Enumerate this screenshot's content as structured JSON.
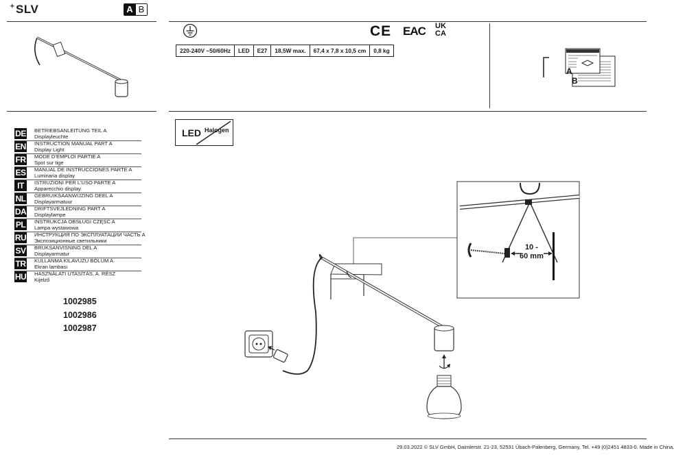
{
  "header": {
    "brand": "SLV",
    "badge_a": "A",
    "badge_b": "B"
  },
  "certifications": {
    "ce": "CE",
    "eac": "EAC",
    "ukca_top": "UK",
    "ukca_bottom": "CA"
  },
  "specs": [
    "220-240V ~50/60Hz",
    "LED",
    "E27",
    "18,5W max.",
    "67,4 x 7,8 x 10,5 cm",
    "0,8 kg"
  ],
  "doc_thumbnail": {
    "label_a": "A",
    "label_b": "B"
  },
  "languages": [
    {
      "code": "DE",
      "title": "BETRIEBSANLEITUNG TEIL A",
      "subtitle": "Displayleuchte"
    },
    {
      "code": "EN",
      "title": "INSTRUCTION MANUAL PART A",
      "subtitle": "Display Light"
    },
    {
      "code": "FR",
      "title": "MODE D’EMPLOI PARTIE A",
      "subtitle": "Spot sur tige"
    },
    {
      "code": "ES",
      "title": "MANUAL DE INSTRUCCIONES PARTE A",
      "subtitle": "Luminaria display"
    },
    {
      "code": "IT",
      "title": "ISTRUZIONI PER L’USO PARTE A",
      "subtitle": "Apparecchio display"
    },
    {
      "code": "NL",
      "title": "GEBRUIKSAANWIJZING DEEL A",
      "subtitle": "Displayarmatuur"
    },
    {
      "code": "DA",
      "title": "DRIFTSVEJLEDNING PART A",
      "subtitle": "Displaylampe"
    },
    {
      "code": "PL",
      "title": "INSTRUKCJA OBSŁUGI CZĘŚĆ A",
      "subtitle": "Lampa wystawowa"
    },
    {
      "code": "RU",
      "title": "ИНСТРУКЦИЯ ПО ЭКСПЛУАТАЦИИ ЧАСТЬ А",
      "subtitle": "Экспозиционные светильники"
    },
    {
      "code": "SV",
      "title": "BRUKSANVISNING DEL A",
      "subtitle": "Displayarmatur"
    },
    {
      "code": "TR",
      "title": "KULLANMA KILAVUZU BÖLÜM A",
      "subtitle": "Ekran lambası"
    },
    {
      "code": "HU",
      "title": "HASZNÁLATI UTASÍTÁS, A. RÉSZ",
      "subtitle": "Kijelző"
    }
  ],
  "article_numbers": [
    "1002985",
    "1002986",
    "1002987"
  ],
  "light_source": {
    "led": "LED",
    "halogen": "Halogen"
  },
  "diagram": {
    "mount_range": "10 -",
    "mount_unit": "60 mm"
  },
  "footer": "29.03.2022  © SLV GmbH, Daimlerstr. 21-23, 52531 Übach-Palenberg, Germany, Tel. +49 (0)2451 4833-0. Made in China."
}
